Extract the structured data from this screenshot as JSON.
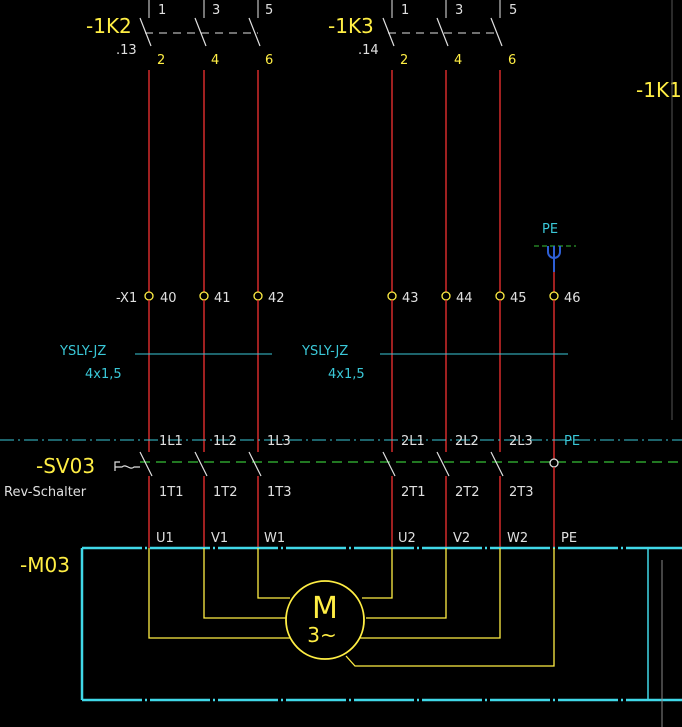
{
  "colors": {
    "background": "#000000",
    "wire_red": "#d42a2a",
    "wire_black": "#9a9a9a",
    "text_yellow": "#ffee44",
    "text_white": "#e0e0e0",
    "cyan": "#3ac8d8",
    "terminal_cyan": "#40d8e8",
    "dash_green": "#36c036",
    "pe_blue": "#2e5fd6",
    "motor_yellow": "#ffee44"
  },
  "contactors": [
    {
      "tag": "-1K2",
      "ref": ".13",
      "top_pins": [
        "1",
        "3",
        "5"
      ],
      "bottom_pins": [
        "2",
        "4",
        "6"
      ]
    },
    {
      "tag": "-1K3",
      "ref": ".14",
      "top_pins": [
        "1",
        "3",
        "5"
      ],
      "bottom_pins": [
        "2",
        "4",
        "6"
      ]
    }
  ],
  "offpage_tag": "-1K1",
  "terminal_strip": {
    "prefix": "-X1",
    "terminals": [
      "40",
      "41",
      "42",
      "43",
      "44",
      "45",
      "46"
    ]
  },
  "pe_label": "PE",
  "cables": [
    {
      "type": "YSLY-JZ",
      "size": "4x1,5"
    },
    {
      "type": "YSLY-JZ",
      "size": "4x1,5"
    }
  ],
  "switch": {
    "tag": "-SV03",
    "description": "Rev-Schalter",
    "top_labels": [
      "1L1",
      "1L2",
      "1L3",
      "2L1",
      "2L2",
      "2L3",
      "PE"
    ],
    "bottom_labels": [
      "1T1",
      "1T2",
      "1T3",
      "2T1",
      "2T2",
      "2T3"
    ]
  },
  "motor": {
    "tag": "-M03",
    "letter": "M",
    "phase": "3~",
    "terminals": [
      "U1",
      "V1",
      "W1",
      "U2",
      "V2",
      "W2",
      "PE"
    ]
  }
}
